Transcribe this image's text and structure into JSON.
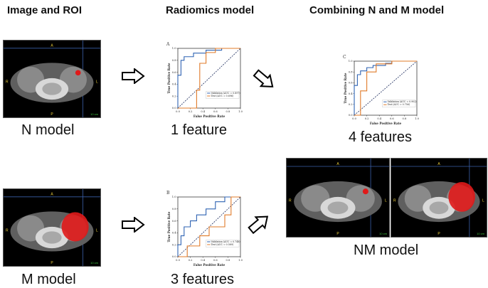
{
  "headers": {
    "col1": "Image and ROI",
    "col2": "Radiomics model",
    "col3": "Combining N and M model"
  },
  "labels": {
    "n_model": "N model",
    "m_model": "M model",
    "nm_model": "NM model",
    "n_features": "1  feature",
    "m_features": "3  features",
    "nm_features": "4  features"
  },
  "mri_overlay": {
    "top": "A",
    "left": "R",
    "right": "L",
    "bottom": "P",
    "scale": "10 cm"
  },
  "colors": {
    "validation": "#2f63b3",
    "test": "#e07b2a",
    "roi": "#e01a1a"
  },
  "chart_data": [
    {
      "type": "line",
      "panel": "A",
      "xlabel": "False Positive Rate",
      "ylabel": "True Positive Rate",
      "xlim": [
        0,
        1
      ],
      "ylim": [
        0,
        1
      ],
      "xticks": [
        "0.0",
        "0.2",
        "0.4",
        "0.6",
        "0.8",
        "1.0"
      ],
      "yticks": [
        "0.0",
        "0.2",
        "0.4",
        "0.6",
        "0.8",
        "1.0"
      ],
      "legend_position": "bottom-right",
      "series": [
        {
          "name": "Validation (AUC = 0.897)",
          "color": "#2f63b3",
          "x": [
            0,
            0,
            0.05,
            0.05,
            0.1,
            0.1,
            0.25,
            0.25,
            0.45,
            0.45,
            0.7,
            0.7,
            1
          ],
          "y": [
            0,
            0.55,
            0.55,
            0.8,
            0.8,
            0.86,
            0.86,
            0.92,
            0.92,
            0.97,
            0.97,
            1,
            1
          ]
        },
        {
          "name": "Test (AUC = 0.696)",
          "color": "#e07b2a",
          "x": [
            0,
            0.3,
            0.3,
            0.35,
            0.35,
            0.45,
            0.45,
            0.6,
            0.6,
            1
          ],
          "y": [
            0,
            0,
            0.3,
            0.3,
            0.75,
            0.75,
            0.93,
            0.93,
            1,
            1
          ]
        }
      ]
    },
    {
      "type": "line",
      "panel": "B",
      "xlabel": "False Positive Rate",
      "ylabel": "True Positive Rate",
      "xlim": [
        0,
        1
      ],
      "ylim": [
        0,
        1
      ],
      "xticks": [
        "0.0",
        "0.2",
        "0.4",
        "0.6",
        "0.8",
        "1.0"
      ],
      "yticks": [
        "0.0",
        "0.2",
        "0.4",
        "0.6",
        "0.8",
        "1.0"
      ],
      "legend_position": "bottom-right",
      "series": [
        {
          "name": "Validation (AUC = 0.748)",
          "color": "#2f63b3",
          "x": [
            0,
            0,
            0.05,
            0.05,
            0.1,
            0.1,
            0.2,
            0.2,
            0.3,
            0.3,
            0.45,
            0.45,
            0.6,
            0.6,
            0.75,
            0.75,
            1
          ],
          "y": [
            0,
            0.2,
            0.2,
            0.35,
            0.35,
            0.5,
            0.5,
            0.6,
            0.6,
            0.7,
            0.7,
            0.8,
            0.8,
            0.92,
            0.92,
            1,
            1
          ]
        },
        {
          "name": "Test (AUC = 0.589)",
          "color": "#e07b2a",
          "x": [
            0,
            0.15,
            0.15,
            0.35,
            0.35,
            0.5,
            0.5,
            0.75,
            0.75,
            0.85,
            0.85,
            1
          ],
          "y": [
            0,
            0,
            0.18,
            0.18,
            0.35,
            0.35,
            0.5,
            0.5,
            0.7,
            0.7,
            1,
            1
          ]
        }
      ]
    },
    {
      "type": "line",
      "panel": "C",
      "xlabel": "False Positive Rate",
      "ylabel": "True Positive Rate",
      "xlim": [
        0,
        1
      ],
      "ylim": [
        0,
        1
      ],
      "xticks": [
        "0.0",
        "0.2",
        "0.4",
        "0.6",
        "0.8",
        "1.0"
      ],
      "yticks": [
        "0.0",
        "0.2",
        "0.4",
        "0.6",
        "0.8",
        "1.0"
      ],
      "legend_position": "bottom-right",
      "series": [
        {
          "name": "Validation (AUC = 0.902)",
          "color": "#2f63b3",
          "x": [
            0,
            0,
            0.05,
            0.05,
            0.1,
            0.1,
            0.2,
            0.2,
            0.3,
            0.3,
            0.5,
            0.5,
            0.6,
            0.6,
            1
          ],
          "y": [
            0,
            0.55,
            0.55,
            0.75,
            0.75,
            0.82,
            0.82,
            0.88,
            0.88,
            0.92,
            0.92,
            0.96,
            0.96,
            1,
            1
          ]
        },
        {
          "name": "Test (AUC = 0.756)",
          "color": "#e07b2a",
          "x": [
            0,
            0.1,
            0.1,
            0.2,
            0.2,
            0.35,
            0.35,
            0.6,
            0.6,
            1
          ],
          "y": [
            0,
            0,
            0.45,
            0.45,
            0.8,
            0.8,
            0.95,
            0.95,
            1,
            1
          ]
        }
      ]
    }
  ]
}
